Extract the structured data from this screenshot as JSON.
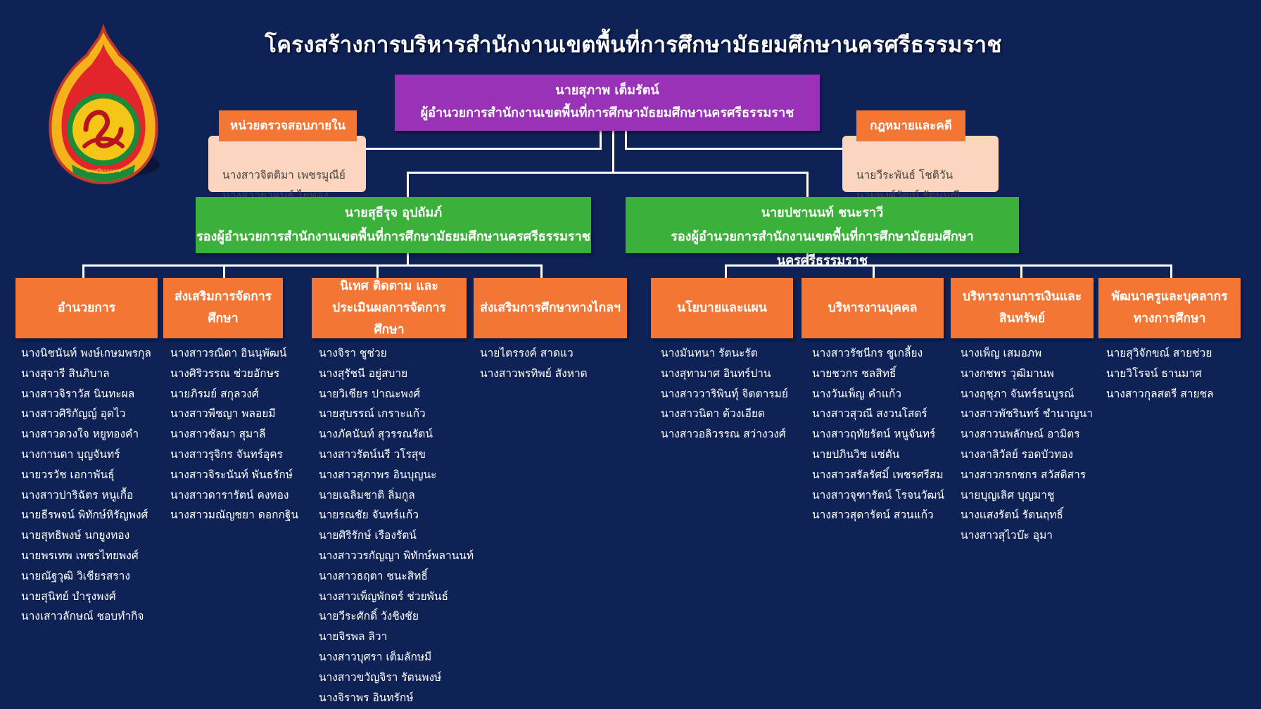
{
  "title": "โครงสร้างการบริหารสำนักงานเขตพื้นที่การศึกษามัธยมศึกษานครศรีธรรมราช",
  "logo": {
    "icon": "emblem-icon",
    "caption": "นครศรีธรรมราช"
  },
  "director": {
    "name": "นายสุภาพ   เต็มรัตน์",
    "position": "ผู้อำนวยการสำนักงานเขตพื้นที่การศึกษามัธยมศึกษานครศรีธรรมราช"
  },
  "audit_unit": {
    "title": "หน่วยตรวจสอบภายใน",
    "members": [
      "นางสาวจิตติมา เพชรมูณีย์",
      "นางสาวยุวคนธ์ ไยทอง"
    ]
  },
  "legal_unit": {
    "title": "กฎหมายและคดี",
    "members": [
      "นายวีระพันธ์ โชติวัน",
      "นายพงศ์วัฒน์ รัตนมณี"
    ]
  },
  "deputies": [
    {
      "name": "นายสุธีรุจ   อุปถัมภ์",
      "position": "รองผู้อำนวยการสำนักงานเขตพื้นที่การศึกษามัธยมศึกษานครศรีธรรมราช"
    },
    {
      "name": "นายปชานนท์ ชนะราวี",
      "position": "รองผู้อำนวยการสำนักงานเขตพื้นที่การศึกษามัธยมศึกษานครศรีธรรมราช"
    }
  ],
  "departments": [
    {
      "title": "อำนวยการ",
      "members": [
        "นางนิชนันท์ พงษ์เกษมพรกุล",
        "นางสุจารี สินภิบาล",
        "นางสาวจิราวัส นินทะผล",
        "นางสาวศิริกัญญ์ อุดไว",
        "นางสาวดวงใจ หยูทองคำ",
        "นางกานดา บุญจันทร์",
        "นายวรวัช เอกาพันธุ์",
        "นางสาวปาริฉัตร หนูเกื้อ",
        "นายธีรพจน์ พิทักษ์หิรัญพงศ์",
        "นายสุทธิพงษ์ นกยูงทอง",
        "นายพรเทพ เพชรไทยพงศ์",
        "นายณัฐวุฒิ วิเชียรสราง",
        "นายสุนิทย์ บำรุงพงศ์",
        "นางเสาวลักษณ์ ชอบทำกิจ"
      ]
    },
    {
      "title": "ส่งเสริมการจัดการศึกษา",
      "members": [
        "นางสาวรณิดา อินนุพัฒน์",
        "นางศิริวรรณ ช่วยอักษร",
        "นายภิรมย์ สกุลวงศ์",
        "นางสาวพีชญา พลอยมี",
        "นางสาวชัลมา สุมาลี",
        "นางสาวรุจิกร จันทร์อุคร",
        "นางสาวจิระนันท์ พันธรักษ์",
        "นางสาวดารารัตน์ คงทอง",
        "นางสาวมณัญชยา ดอกกฐิน"
      ]
    },
    {
      "title": "นิเทศ ติดตาม และประเมินผลการจัดการศึกษา",
      "members": [
        "นางจิรา ชูช่วย",
        "นางสุรัชนี อยู่สบาย",
        "นายวิเชียร ปาณะพงศ์",
        "นายสุบรรณ์ เกราะแก้ว",
        "นางภัคนันท์ สุวรรณรัตน์",
        "นางสาวรัตน์นรี วโรสุข",
        "นางสาวสุภาพร อินบุญนะ",
        "นายเฉลิมชาติ ลิ่มกูล",
        "นายรณชัย จันทร์แก้ว",
        "นายศิริรักษ์ เรืองรัตน์",
        "นางสาววรกัญญา พิทักษ์พลานนท์",
        "นางสาวธฤตา ชนะสิทธิ์",
        "นางสาวเพ็ญพักตร์ ช่วยพันธ์",
        "นายวีระศักดิ์ วังชิงชัย",
        "นายจิรพล ลิวา",
        "นางสาวบุศรา เต็มลักษมี",
        "นางสาวขวัญจิรา รัตนพงษ์",
        "นางจิราพร อินทรักษ์"
      ]
    },
    {
      "title": "ส่งเสริมการศึกษาทางไกลฯ",
      "members": [
        "นายไตรรงค์ สาดแว",
        "นางสาวพรทิพย์ สังหาด"
      ]
    },
    {
      "title": "นโยบายและแผน",
      "members": [
        "นางมันทนา รัตนะรัต",
        "นางสุทามาศ อินทร์ปาน",
        "นางสาววาริพินทุ์ จิตตารมย์",
        "นางสาวนิดา ด้วงเอียด",
        "นางสาวอลิวรรณ สว่างวงศ์"
      ]
    },
    {
      "title": "บริหารงานบุคคล",
      "members": [
        "นางสาวรัชนีกร ชูเกลี้ยง",
        "นายชวกร ชลสิทธิ์",
        "นางวันเพ็ญ คำแก้ว",
        "นางสาวสุวณี สงวนโสตร์",
        "นางสาวฤทัยรัตน์ หนูจันทร์",
        "นายปภินวิช แซ่ตัน",
        "นางสาวสรัลรัศมิ์ เพชรศรีสม",
        "นางสาวจุฑารัตน์ โรจนวัฒน์",
        "นางสาวสุดารัตน์ สวนแก้ว"
      ]
    },
    {
      "title": "บริหารงานการเงินและสินทรัพย์",
      "members": [
        "นางเพ็ญ เสมอภพ",
        "นางกชพร วุฒิมานพ",
        "นางฤชุภา จันทร์ธนบูรณ์",
        "นางสาวพัชรินทร์ ชำนาญนา",
        "นางสาวนพลักษณ์ อามิตร",
        "นางลาลิวัลย์ รอดบัวทอง",
        "นางสาวกรกชกร สวัสดิสาร",
        "นายบุญเลิศ บุญมาชู",
        "นางแสงรัตน์ รัตนฤทธิ์",
        "นางสาวสุไวบ๊ะ อุมา"
      ]
    },
    {
      "title": "พัฒนาครูและบุคลากรทางการศึกษา",
      "members": [
        "นายสุวิจักขณ์ สายช่วย",
        "นายวิโรจน์ ธานมาศ",
        "นางสาวกุลสตรี สายชล"
      ]
    }
  ],
  "colors": {
    "background": "#0f2256",
    "director": "#9a32b8",
    "deputy": "#3bb13c",
    "department": "#f47635",
    "unit_box": "#fbd5bd"
  }
}
